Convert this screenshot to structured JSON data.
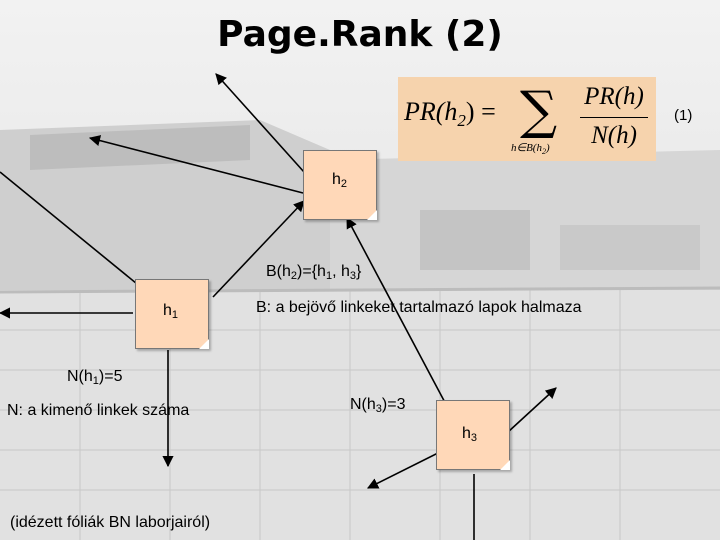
{
  "title": "Page.Rank (2)",
  "formula": {
    "lhs": "PR(h",
    "lhs_sub": "2",
    "lhs_close": ") =",
    "sum_sub_a": "h∈B(h",
    "sum_sub_b": "2",
    "sum_sub_c": ")",
    "numerator": "PR(h)",
    "denominator": "N(h)",
    "equation_number": "(1)"
  },
  "nodes": {
    "h1": {
      "base": "h",
      "sub": "1"
    },
    "h2": {
      "base": "h",
      "sub": "2"
    },
    "h3": {
      "base": "h",
      "sub": "3"
    }
  },
  "labels": {
    "b_set_pre": "B(h",
    "b_set_s1": "2",
    "b_set_mid": ")={h",
    "b_set_s2": "1",
    "b_set_sep": ", h",
    "b_set_s3": "3",
    "b_set_close": "}",
    "b_desc": "B: a bejövő linkeket tartalmazó lapok halmaza",
    "n_h1_pre": "N(h",
    "n_h1_sub": "1",
    "n_h1_post": ")=5",
    "n_desc": "N: a kimenő linkek száma",
    "n_h3_pre": "N(h",
    "n_h3_sub": "3",
    "n_h3_post": ")=3",
    "citation": "(idézett fóliák BN laborjairól)"
  }
}
